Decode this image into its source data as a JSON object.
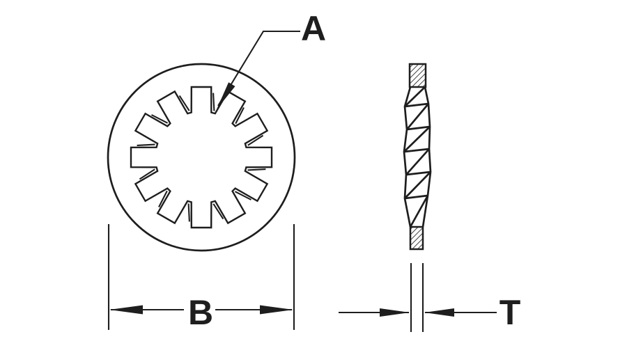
{
  "labels": {
    "tooth": "A",
    "outside_diameter": "B",
    "thickness": "T"
  },
  "front_view": {
    "tooth_count": 12
  },
  "colors": {
    "ink": "#1e1e1e",
    "background": "#ffffff"
  }
}
